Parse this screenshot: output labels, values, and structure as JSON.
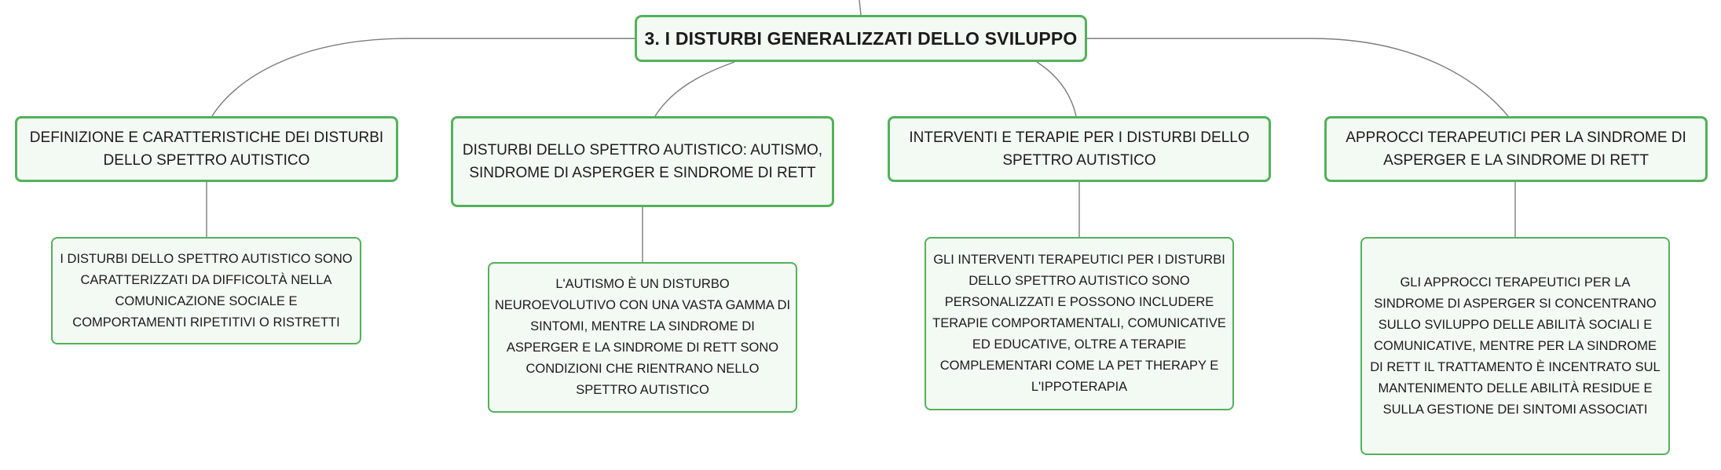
{
  "mindmap": {
    "root": {
      "label": "3. I DISTURBI GENERALIZZATI DELLO SVILUPPO"
    },
    "branches": [
      {
        "label": "DEFINIZIONE E CARATTERISTICHE DEI DISTURBI DELLO SPETTRO AUTISTICO",
        "detail": "I DISTURBI DELLO SPETTRO AUTISTICO SONO CARATTERIZZATI DA DIFFICOLTÀ NELLA COMUNICAZIONE SOCIALE E COMPORTAMENTI RIPETITIVI O RISTRETTI"
      },
      {
        "label": "DISTURBI DELLO SPETTRO AUTISTICO: AUTISMO, SINDROME DI ASPERGER E SINDROME DI RETT",
        "detail": "L'AUTISMO È UN DISTURBO NEUROEVOLUTIVO CON UNA VASTA GAMMA DI SINTOMI, MENTRE LA SINDROME DI ASPERGER E LA SINDROME DI RETT SONO CONDIZIONI CHE RIENTRANO NELLO SPETTRO AUTISTICO"
      },
      {
        "label": "INTERVENTI E TERAPIE PER I DISTURBI DELLO SPETTRO AUTISTICO",
        "detail": "GLI INTERVENTI TERAPEUTICI PER I DISTURBI DELLO SPETTRO AUTISTICO SONO PERSONALIZZATI E POSSONO INCLUDERE TERAPIE COMPORTAMENTALI, COMUNICATIVE ED EDUCATIVE, OLTRE A TERAPIE COMPLEMENTARI COME LA PET THERAPY E L'IPPOTERAPIA"
      },
      {
        "label": "APPROCCI TERAPEUTICI PER LA SINDROME DI ASPERGER E LA SINDROME DI RETT",
        "detail": "GLI APPROCCI TERAPEUTICI PER LA SINDROME DI ASPERGER SI CONCENTRANO SULLO SVILUPPO DELLE ABILITÀ SOCIALI E COMUNICATIVE, MENTRE PER LA SINDROME DI RETT IL TRATTAMENTO È INCENTRATO SUL MANTENIMENTO DELLE ABILITÀ RESIDUE E SULLA GESTIONE DEI SINTOMI ASSOCIATI"
      }
    ]
  },
  "colors": {
    "node_border": "#52b25a",
    "node_fill": "#f3f9f3",
    "connector": "#7c7c7c",
    "text": "#1b1b1b"
  }
}
